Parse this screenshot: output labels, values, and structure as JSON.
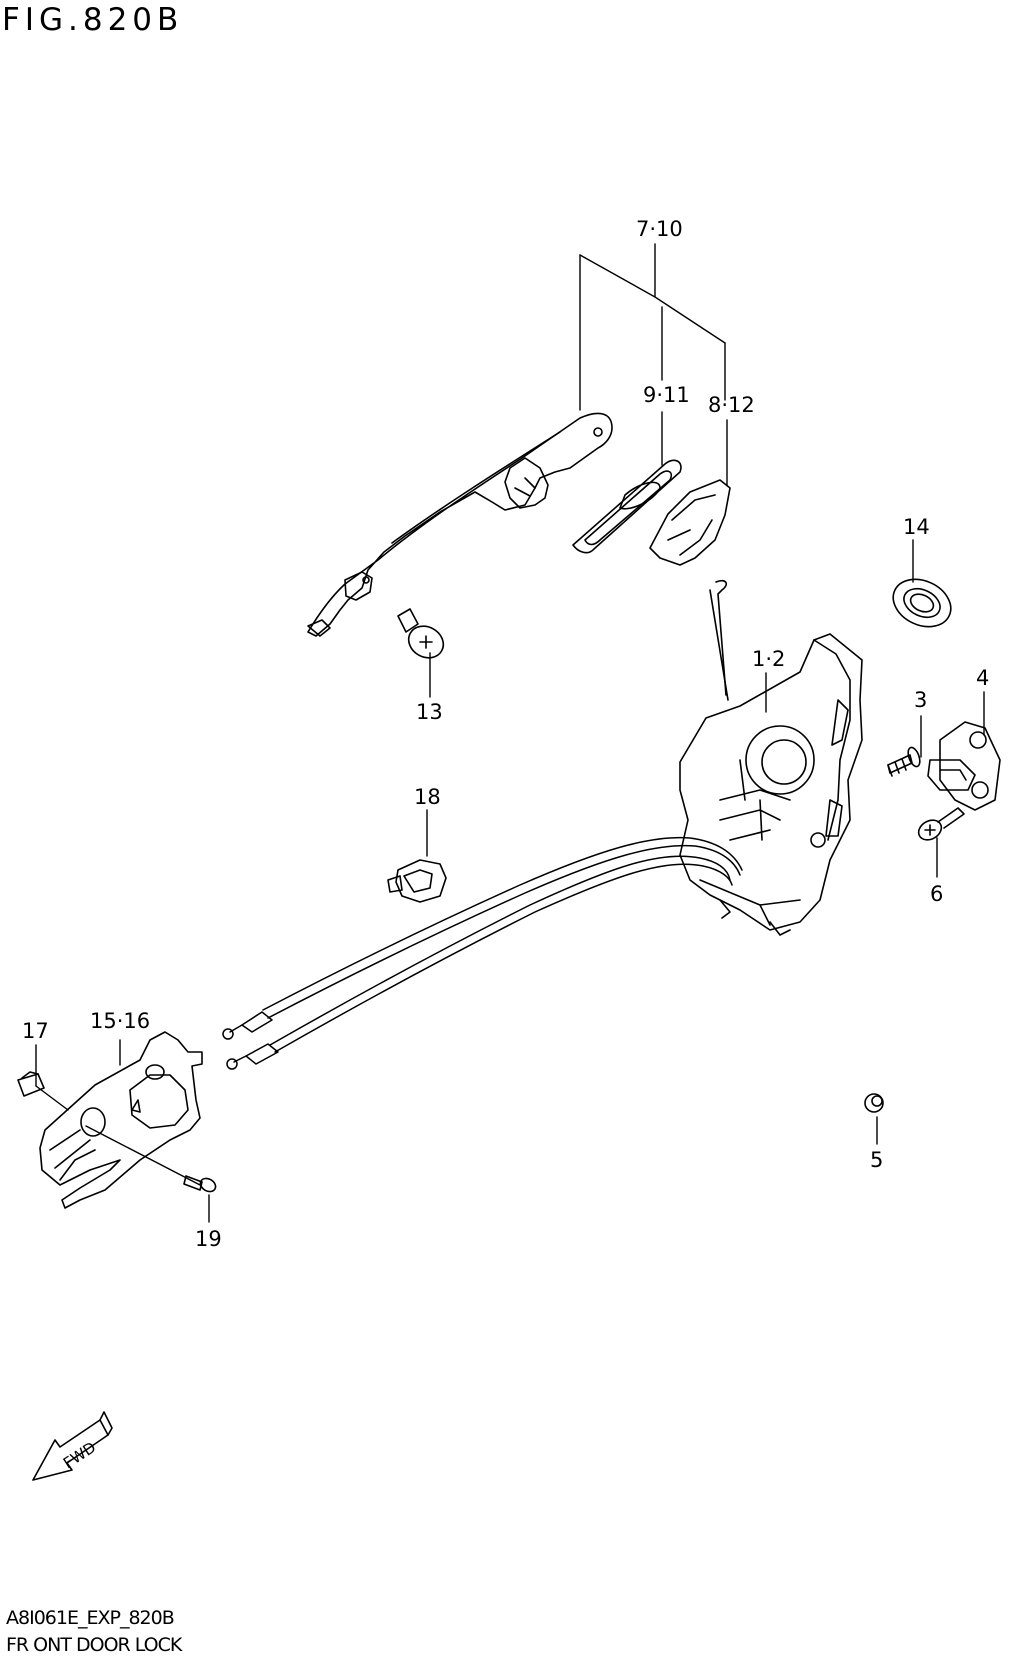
{
  "figure": {
    "title": "FIG.820B",
    "drawing_code": "A8I061E_EXP_820B",
    "caption": "FR ONT DOOR LOCK"
  },
  "part_labels": [
    {
      "id": "p7-10",
      "text": "7·10"
    },
    {
      "id": "p9-11",
      "text": "9·11"
    },
    {
      "id": "p8-12",
      "text": "8·12"
    },
    {
      "id": "p14",
      "text": "14"
    },
    {
      "id": "p13",
      "text": "13"
    },
    {
      "id": "p1-2",
      "text": "1·2"
    },
    {
      "id": "p3",
      "text": "3"
    },
    {
      "id": "p4",
      "text": "4"
    },
    {
      "id": "p18",
      "text": "18"
    },
    {
      "id": "p6",
      "text": "6"
    },
    {
      "id": "p17",
      "text": "17"
    },
    {
      "id": "p15-16",
      "text": "15·16"
    },
    {
      "id": "p5",
      "text": "5"
    },
    {
      "id": "p19",
      "text": "19"
    }
  ],
  "fwd_arrow": {
    "text": "FWD"
  },
  "colors": {
    "line": "#000000",
    "background": "#ffffff"
  }
}
